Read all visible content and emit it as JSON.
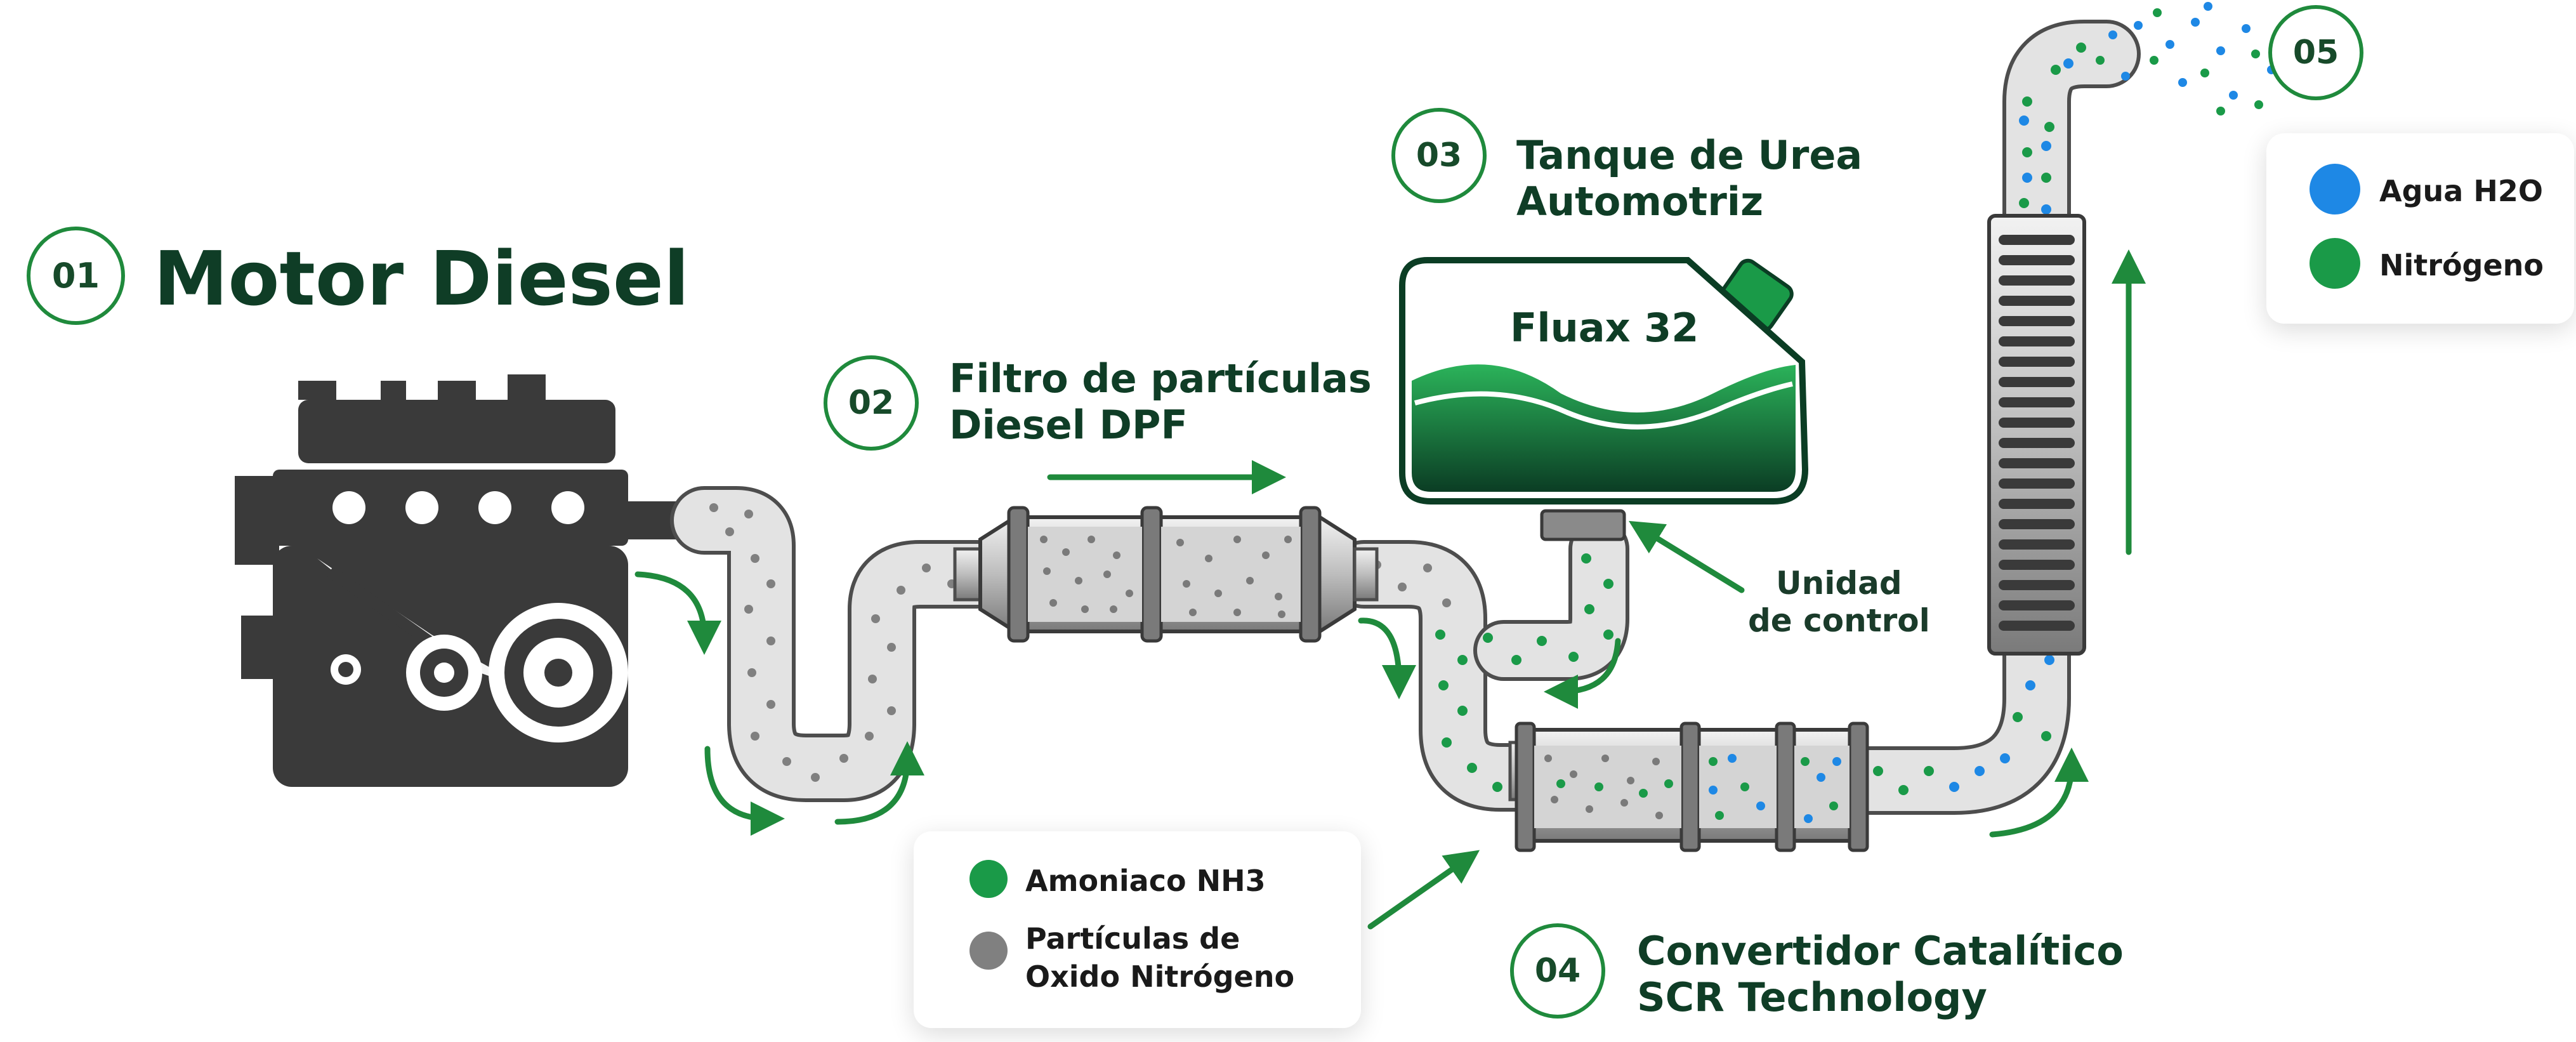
{
  "steps": {
    "s01": {
      "number": "01",
      "title": "Motor Diesel"
    },
    "s02": {
      "number": "02",
      "title_line1": "Filtro de partículas",
      "title_line2": "Diesel DPF"
    },
    "s03": {
      "number": "03",
      "title_line1": "Tanque de Urea",
      "title_line2": "Automotriz"
    },
    "s04": {
      "number": "04",
      "title_line1": "Convertidor Catalítico",
      "title_line2": "SCR Technology"
    },
    "s05": {
      "number": "05"
    }
  },
  "tank": {
    "brand": "Fluax 32"
  },
  "control_unit": {
    "line1": "Unidad",
    "line2": "de control"
  },
  "legend_input": {
    "items": [
      {
        "label_line1": "Amoniaco NH3",
        "label_line2": "",
        "color": "#1a9a48"
      },
      {
        "label_line1": "Partículas de",
        "label_line2": "Oxido Nitrógeno",
        "color": "#808080"
      }
    ]
  },
  "legend_output": {
    "items": [
      {
        "label": "Agua H2O",
        "color": "#1e88e5"
      },
      {
        "label": "Nitrógeno",
        "color": "#1a9a48"
      }
    ]
  },
  "colors": {
    "accent_green": "#1f8a3c",
    "dark_green": "#0f3d26",
    "engine_gray": "#3a3a3a",
    "pipe_fill": "#e3e3e3",
    "pipe_outline": "#4d4d4d",
    "particle_gray": "#808080",
    "ammonia_green": "#1a9a48",
    "water_blue": "#1e88e5"
  },
  "icons": [
    "diesel-engine-icon",
    "dpf-filter-icon",
    "urea-tank-icon",
    "scr-converter-icon",
    "exhaust-stack-icon"
  ]
}
